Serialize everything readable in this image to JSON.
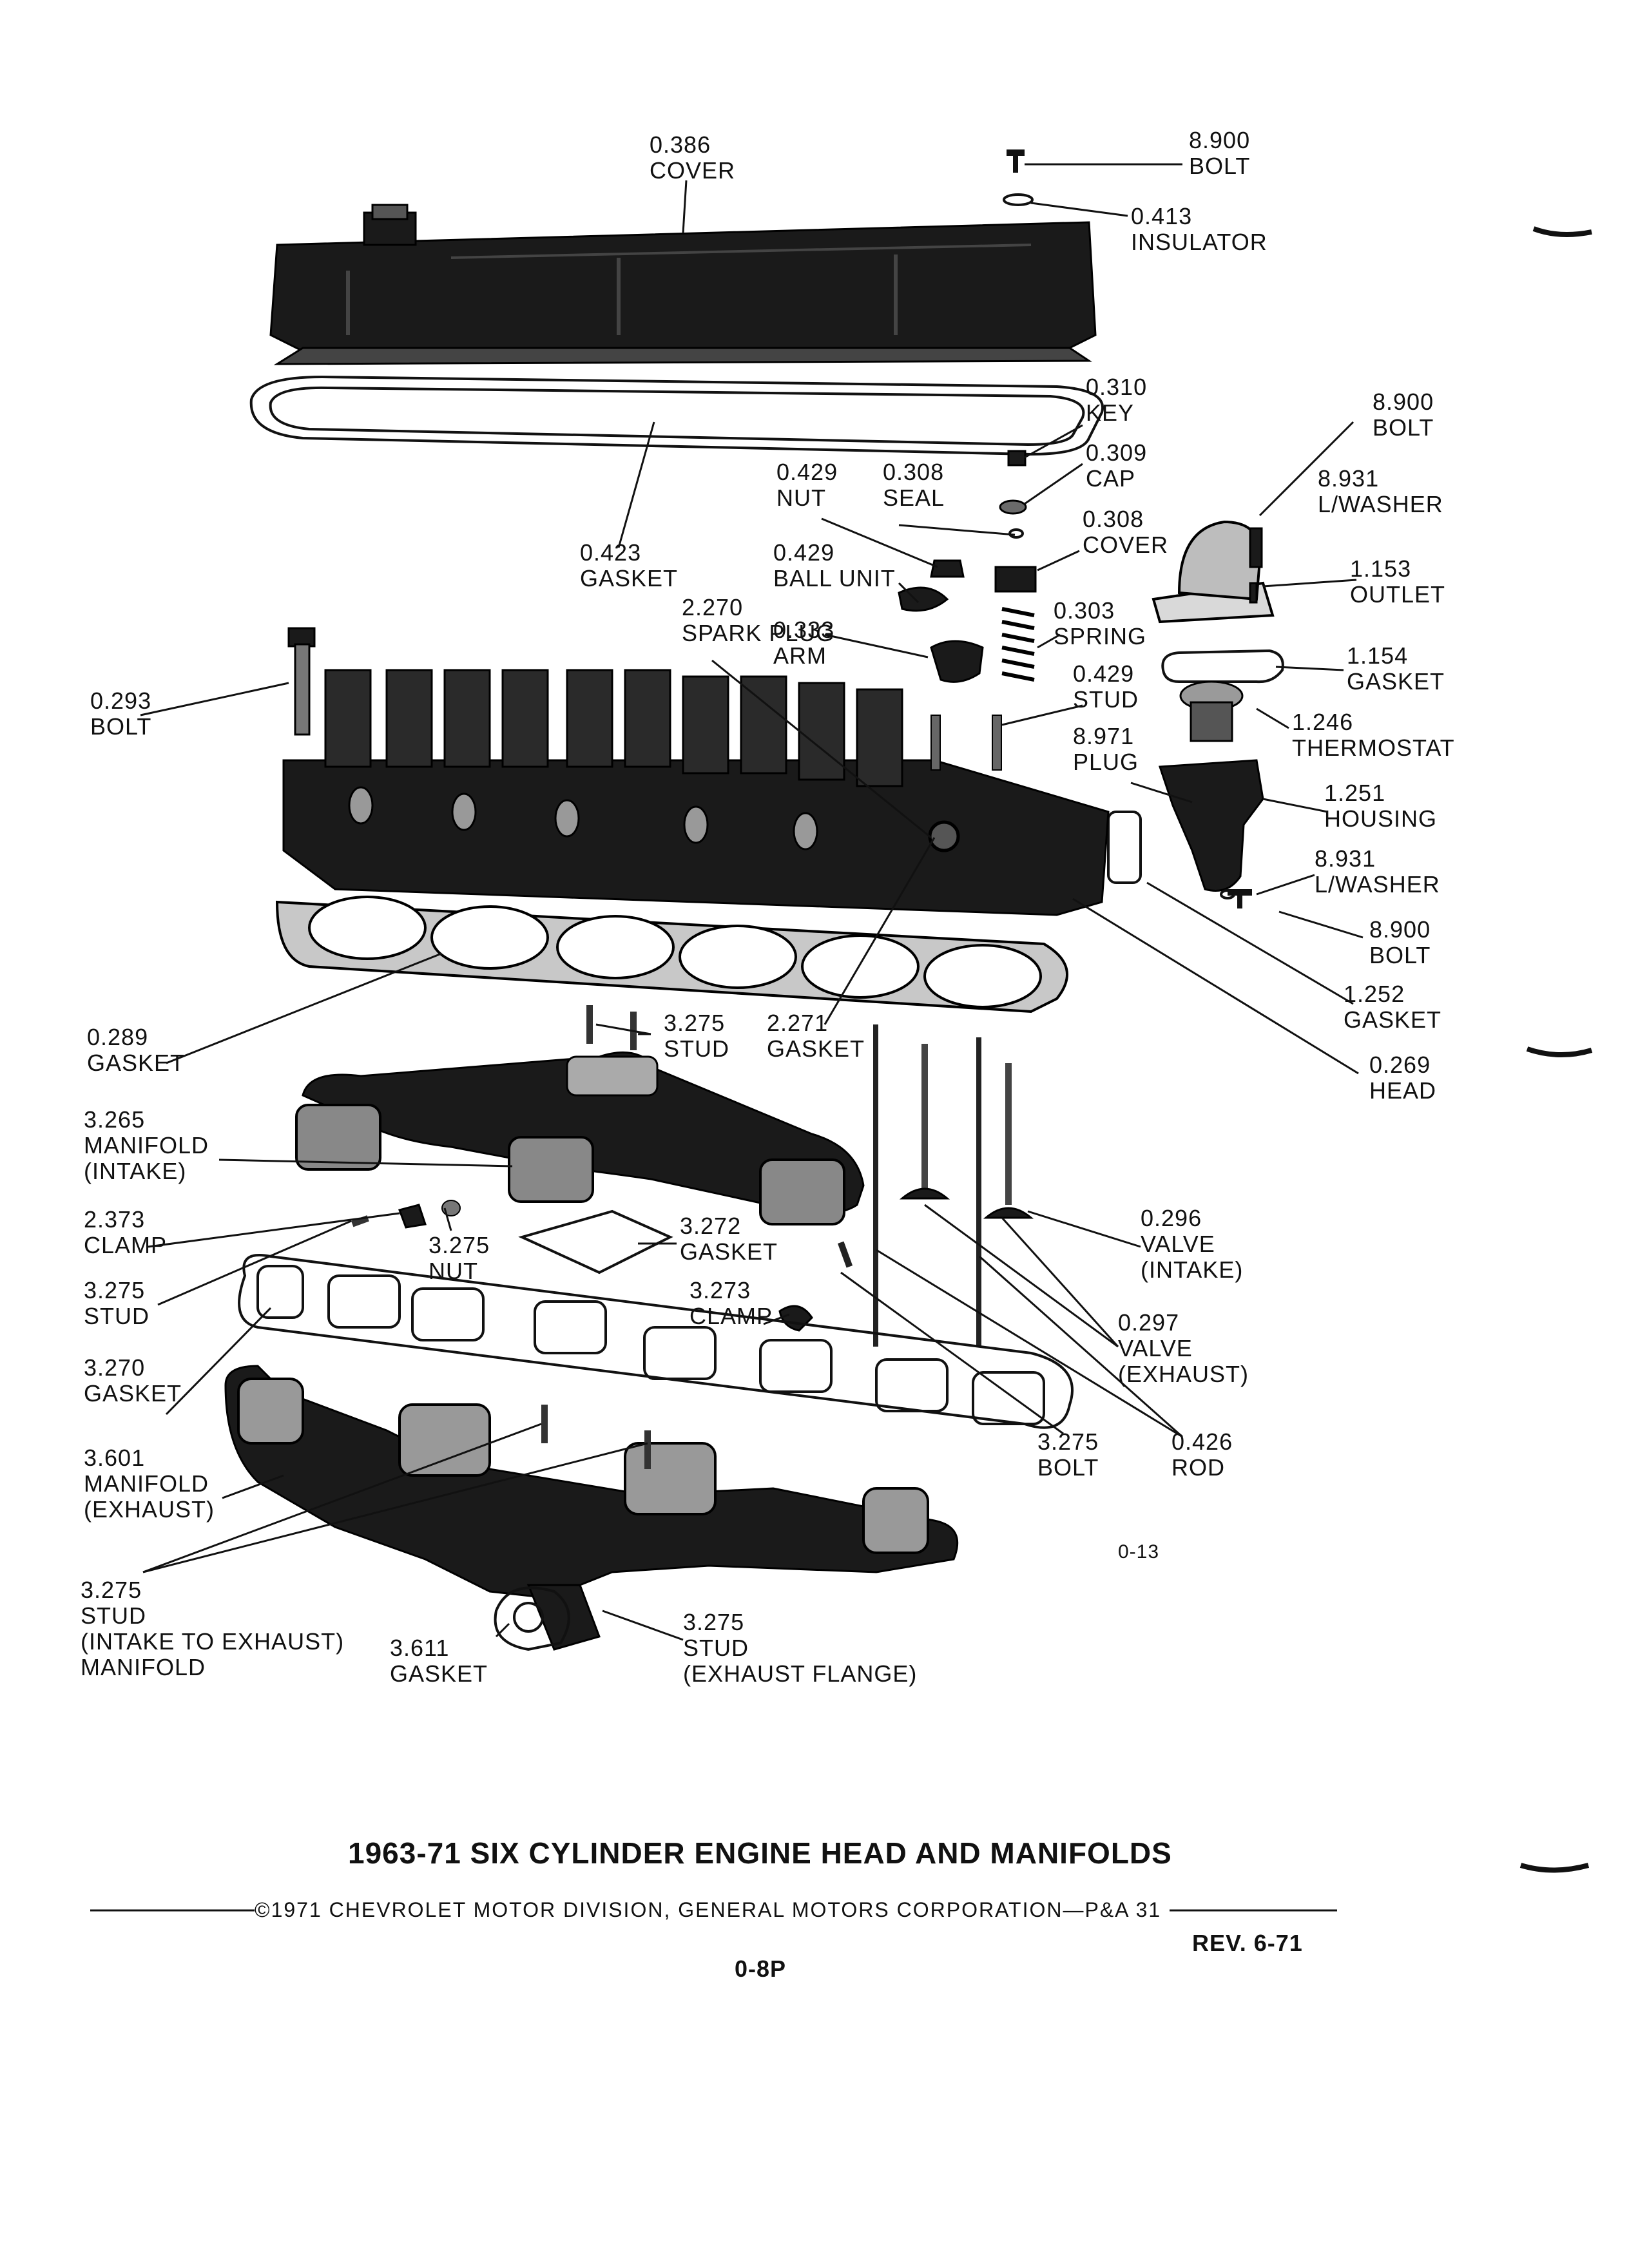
{
  "title": "1963-71 SIX CYLINDER ENGINE HEAD AND MANIFOLDS",
  "figure_number": "0-13",
  "copyright": "©1971 CHEVROLET MOTOR DIVISION, GENERAL MOTORS CORPORATION—P&A 31",
  "revision": "REV. 6-71",
  "page_number": "0-8P",
  "parts": [
    {
      "group": "0.386",
      "name": "COVER"
    },
    {
      "group": "8.900",
      "name": "BOLT"
    },
    {
      "group": "0.413",
      "name": "INSULATOR"
    },
    {
      "group": "0.310",
      "name": "KEY"
    },
    {
      "group": "8.900",
      "name": "BOLT"
    },
    {
      "group": "0.309",
      "name": "CAP"
    },
    {
      "group": "0.429",
      "name": "NUT"
    },
    {
      "group": "0.308",
      "name": "SEAL"
    },
    {
      "group": "8.931",
      "name": "L/WASHER"
    },
    {
      "group": "0.308",
      "name": "COVER"
    },
    {
      "group": "0.423",
      "name": "GASKET"
    },
    {
      "group": "0.429",
      "name": "BALL UNIT"
    },
    {
      "group": "1.153",
      "name": "OUTLET"
    },
    {
      "group": "2.270",
      "name": "SPARK PLUG"
    },
    {
      "group": "0.333",
      "name": "ARM"
    },
    {
      "group": "0.303",
      "name": "SPRING"
    },
    {
      "group": "1.154",
      "name": "GASKET"
    },
    {
      "group": "0.293",
      "name": "BOLT"
    },
    {
      "group": "0.429",
      "name": "STUD"
    },
    {
      "group": "1.246",
      "name": "THERMOSTAT"
    },
    {
      "group": "8.971",
      "name": "PLUG"
    },
    {
      "group": "1.251",
      "name": "HOUSING"
    },
    {
      "group": "8.931",
      "name": "L/WASHER"
    },
    {
      "group": "8.900",
      "name": "BOLT"
    },
    {
      "group": "1.252",
      "name": "GASKET"
    },
    {
      "group": "0.289",
      "name": "GASKET"
    },
    {
      "group": "3.275",
      "name": "STUD"
    },
    {
      "group": "2.271",
      "name": "GASKET"
    },
    {
      "group": "0.269",
      "name": "HEAD"
    },
    {
      "group": "3.265",
      "name": "MANIFOLD",
      "detail": "(INTAKE)"
    },
    {
      "group": "2.373",
      "name": "CLAMP"
    },
    {
      "group": "3.275",
      "name": "NUT"
    },
    {
      "group": "3.272",
      "name": "GASKET"
    },
    {
      "group": "0.296",
      "name": "VALVE",
      "detail": "(INTAKE)"
    },
    {
      "group": "3.275",
      "name": "STUD"
    },
    {
      "group": "3.273",
      "name": "CLAMP"
    },
    {
      "group": "0.297",
      "name": "VALVE",
      "detail": "(EXHAUST)"
    },
    {
      "group": "3.270",
      "name": "GASKET"
    },
    {
      "group": "3.275",
      "name": "BOLT"
    },
    {
      "group": "0.426",
      "name": "ROD"
    },
    {
      "group": "3.601",
      "name": "MANIFOLD",
      "detail": "(EXHAUST)"
    },
    {
      "group": "3.275",
      "name": "STUD",
      "detail": "(INTAKE TO EXHAUST)",
      "detail2": "MANIFOLD"
    },
    {
      "group": "3.611",
      "name": "GASKET"
    },
    {
      "group": "3.275",
      "name": "STUD",
      "detail": "(EXHAUST FLANGE)"
    }
  ]
}
